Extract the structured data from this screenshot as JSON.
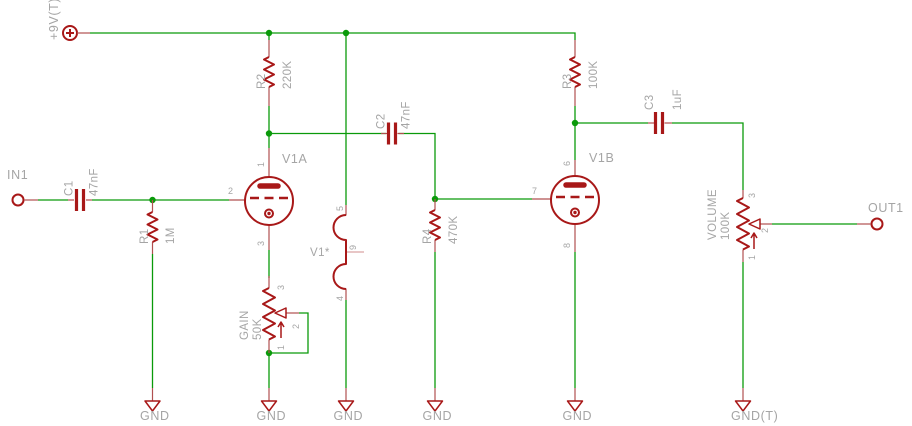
{
  "colors": {
    "wire": "#0a9a0a",
    "symbol": "#a81818",
    "pin": "#b05050",
    "pin_nc": "#dba4a4",
    "label": "#a5a5a5",
    "background": "#ffffff"
  },
  "schematic": {
    "power_label": "+9V(T)",
    "input_label": "IN1",
    "output_label": "OUT1",
    "gnd_label": "GND",
    "gnd_t_label": "GND(T)",
    "components": {
      "c1": {
        "name": "C1",
        "value": "47nF"
      },
      "c2": {
        "name": "C2",
        "value": "47nF"
      },
      "c3": {
        "name": "C3",
        "value": "1uF"
      },
      "r1": {
        "name": "R1",
        "value": "1M"
      },
      "r2": {
        "name": "R2",
        "value": "220K"
      },
      "r3": {
        "name": "R3",
        "value": "100K"
      },
      "r4": {
        "name": "R4",
        "value": "470K"
      },
      "gain_pot": {
        "name": "GAIN",
        "value": "50K",
        "pin_top": "3",
        "pin_wiper": "2",
        "pin_bottom": "1"
      },
      "volume_pot": {
        "name": "VOLUME",
        "value": "100K",
        "pin_top": "3",
        "pin_wiper": "2",
        "pin_bottom": "1"
      },
      "v1a": {
        "name": "V1A",
        "pin_anode": "1",
        "pin_grid": "2",
        "pin_cathode": "3"
      },
      "v1b": {
        "name": "V1B",
        "pin_anode": "6",
        "pin_grid": "7",
        "pin_cathode": "8"
      },
      "heater": {
        "name": "V1*",
        "pin_top": "5",
        "pin_tap": "9",
        "pin_bottom": "4"
      }
    }
  }
}
